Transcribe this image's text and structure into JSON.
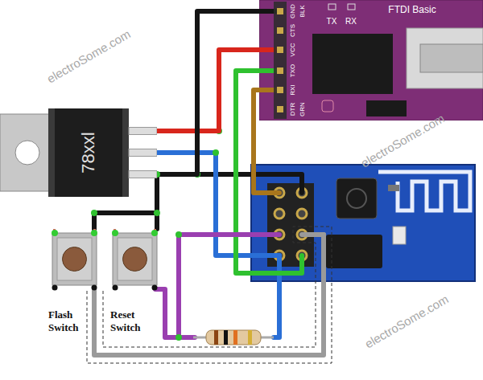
{
  "diagram": {
    "nodes": [
      {
        "text": [
          "FTDI Basic",
          "TX",
          "RX",
          "BLK",
          "GND",
          "CTS",
          "VCC",
          "TXO",
          "RXI",
          "DTR",
          "GRN"
        ]
      },
      {
        "text": [
          "78xxl"
        ]
      },
      {
        "text": [
          "Flash Switch"
        ]
      },
      {
        "text": [
          "Reset Switch"
        ]
      }
    ],
    "edges": [
      {
        "from": 1,
        "to": 0,
        "arrow": "none"
      },
      {
        "from": 0,
        "to": 1,
        "arrow": "none"
      },
      {
        "from": 1,
        "to": 2,
        "arrow": "none"
      },
      {
        "from": 1,
        "to": 3,
        "arrow": "none"
      }
    ],
    "labels": [
      "electroSome.com",
      "electroSome.com",
      "electroSome.com"
    ]
  }
}
